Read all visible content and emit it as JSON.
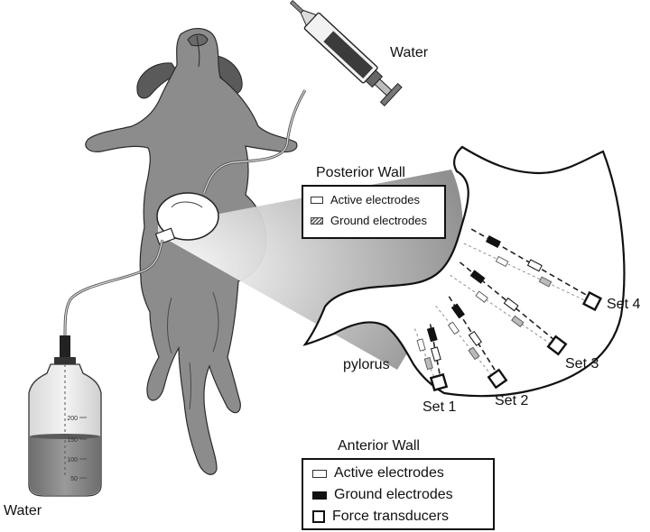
{
  "labels": {
    "water_syringe": "Water",
    "water_bottle": "Water",
    "pylorus": "pylorus",
    "sets": [
      "Set 1",
      "Set 2",
      "Set 3",
      "Set 4"
    ]
  },
  "bottle_scale": [
    "200",
    "150",
    "100",
    "50"
  ],
  "posterior_wall": {
    "title": "Posterior Wall",
    "legend": [
      {
        "label": "Active electrodes",
        "icon": "active-electrode-icon"
      },
      {
        "label": "Ground electrodes",
        "icon": "hatched-ground-electrode-icon"
      }
    ]
  },
  "anterior_wall": {
    "title": "Anterior Wall",
    "legend": [
      {
        "label": "Active electrodes",
        "icon": "active-electrode-icon"
      },
      {
        "label": "Ground electrodes",
        "icon": "black-ground-electrode-icon"
      },
      {
        "label": "Force transducers",
        "icon": "force-transducer-icon"
      }
    ]
  },
  "colors": {
    "dog_body": "#8c8c8c",
    "stomach_fill": "#ffffff",
    "outline": "#111111",
    "ground_electrode": "#111111"
  }
}
